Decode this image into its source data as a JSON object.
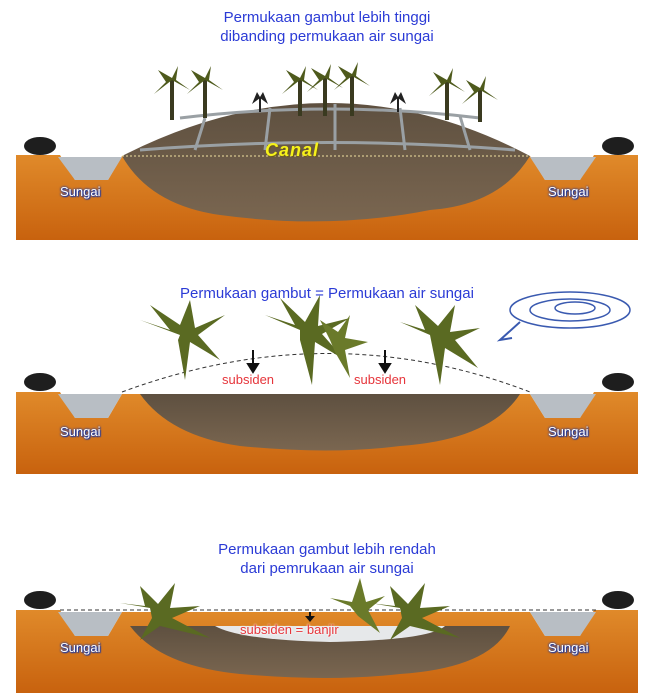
{
  "panels": [
    {
      "caption_line1": "Permukaan gambut lebih tinggi",
      "caption_line2": "dibanding permukaan air sungai",
      "canal_label": "Canal",
      "river_left": "Sungai",
      "river_right": "Sungai"
    },
    {
      "caption": "Permukaan gambut = Permukaan air sungai",
      "subsidence_label_1": "subsiden",
      "subsidence_label_2": "subsiden",
      "river_left": "Sungai",
      "river_right": "Sungai"
    },
    {
      "caption_line1": "Permukaan gambut lebih rendah",
      "caption_line2": "dari pemrukaan air sungai",
      "subsidence_label": "subsiden = banjir",
      "river_left": "Sungai",
      "river_right": "Sungai"
    }
  ],
  "colors": {
    "caption": "#2b3bd6",
    "soil": "#d9781a",
    "peat": "#6e5a44",
    "water": "#b8bec4",
    "palm": "#4e5a1c",
    "subsidence": "#e6353b",
    "canal": "#f6f21a"
  }
}
